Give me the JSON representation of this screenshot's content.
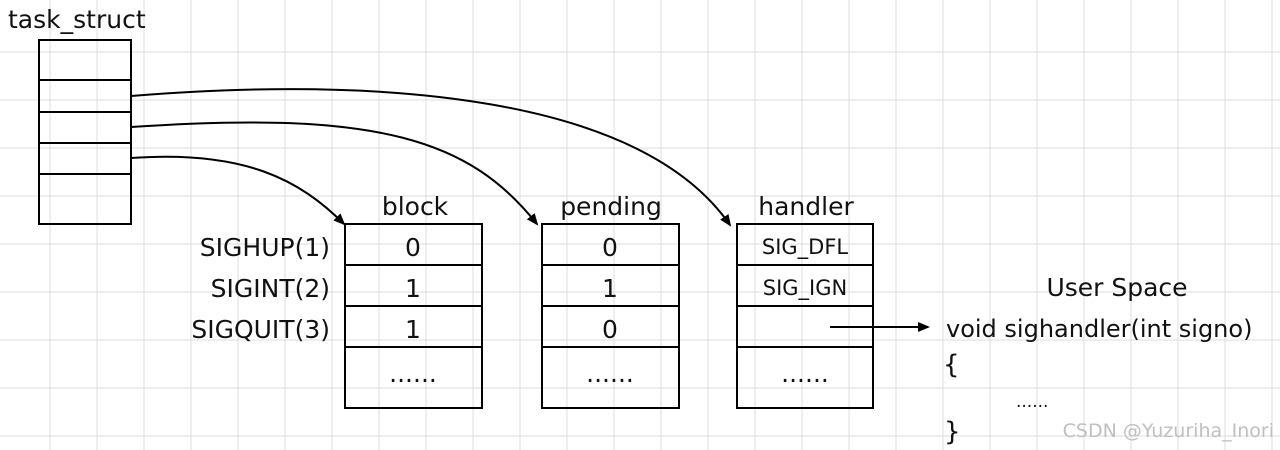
{
  "task_struct_label": "task_struct",
  "columns": {
    "block": {
      "header": "block",
      "values": [
        "0",
        "1",
        "1",
        "......"
      ]
    },
    "pending": {
      "header": "pending",
      "values": [
        "0",
        "1",
        "0",
        "......"
      ]
    },
    "handler": {
      "header": "handler",
      "values": [
        "SIG_DFL",
        "SIG_IGN",
        "",
        "......"
      ]
    }
  },
  "signals": [
    "SIGHUP(1)",
    "SIGINT(2)",
    "SIGQUIT(3)"
  ],
  "user_space": {
    "title": "User Space",
    "lines": [
      "void sighandler(int signo)",
      "{",
      "......",
      "}"
    ]
  },
  "watermark": "CSDN @Yuzuriha_Inori",
  "colors": {
    "grid": "#dcdcdc",
    "ink": "#000000",
    "watermark": "#bfbfbf"
  }
}
